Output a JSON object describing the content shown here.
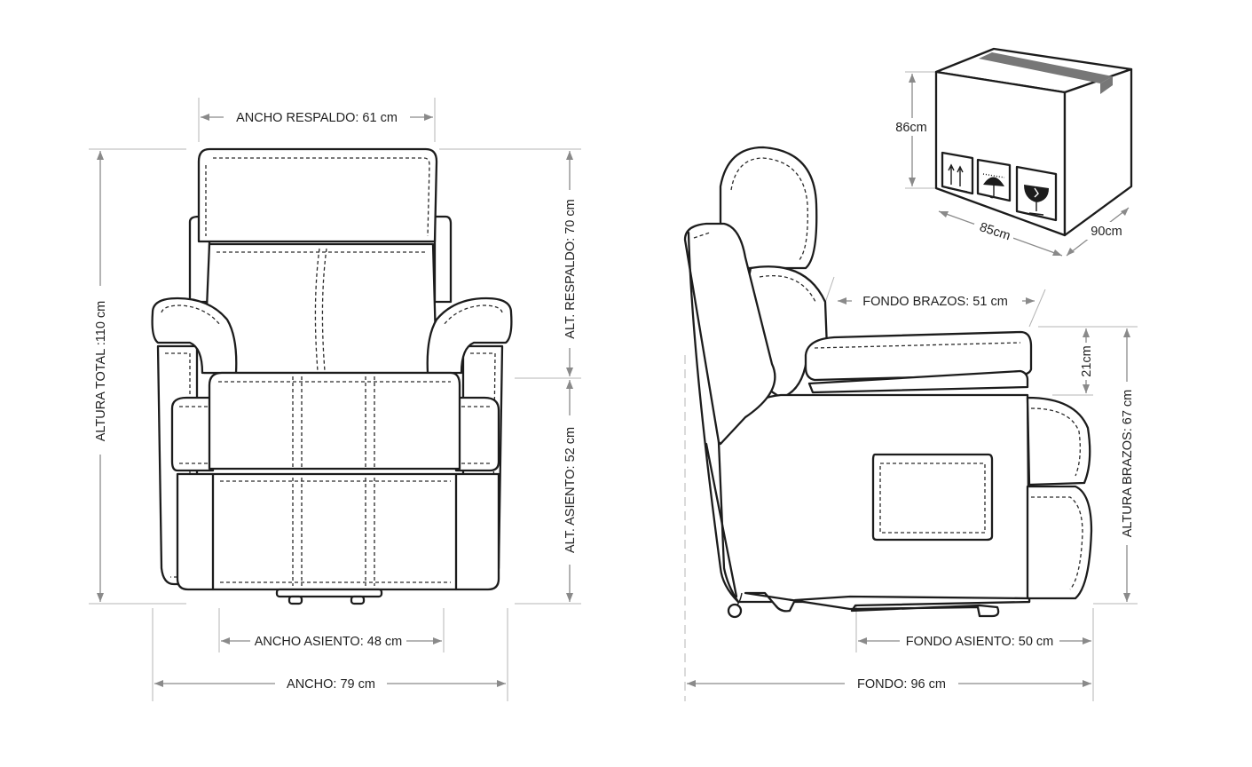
{
  "front_view": {
    "ancho_respaldo": "ANCHO RESPALDO: 61 cm",
    "altura_total": "ALTURA TOTAL :110 cm",
    "alt_respaldo": "ALT. RESPALDO: 70 cm",
    "alt_asiento": "ALT. ASIENTO: 52 cm",
    "ancho_asiento": "ANCHO ASIENTO: 48 cm",
    "ancho": "ANCHO: 79 cm"
  },
  "side_view": {
    "fondo_brazos": "FONDO BRAZOS: 51 cm",
    "brazo_alto": "21cm",
    "altura_brazos": "ALTURA BRAZOS: 67 cm",
    "fondo_asiento": "FONDO ASIENTO: 50 cm",
    "fondo": "FONDO: 96 cm"
  },
  "box": {
    "alto": "86cm",
    "largo": "85cm",
    "ancho": "90cm",
    "symbols": [
      "this-way-up-icon",
      "keep-dry-icon",
      "fragile-icon"
    ]
  },
  "colors": {
    "outline": "#1c1c1c",
    "dimension_line": "#8a8a8a",
    "tape": "#777777"
  }
}
